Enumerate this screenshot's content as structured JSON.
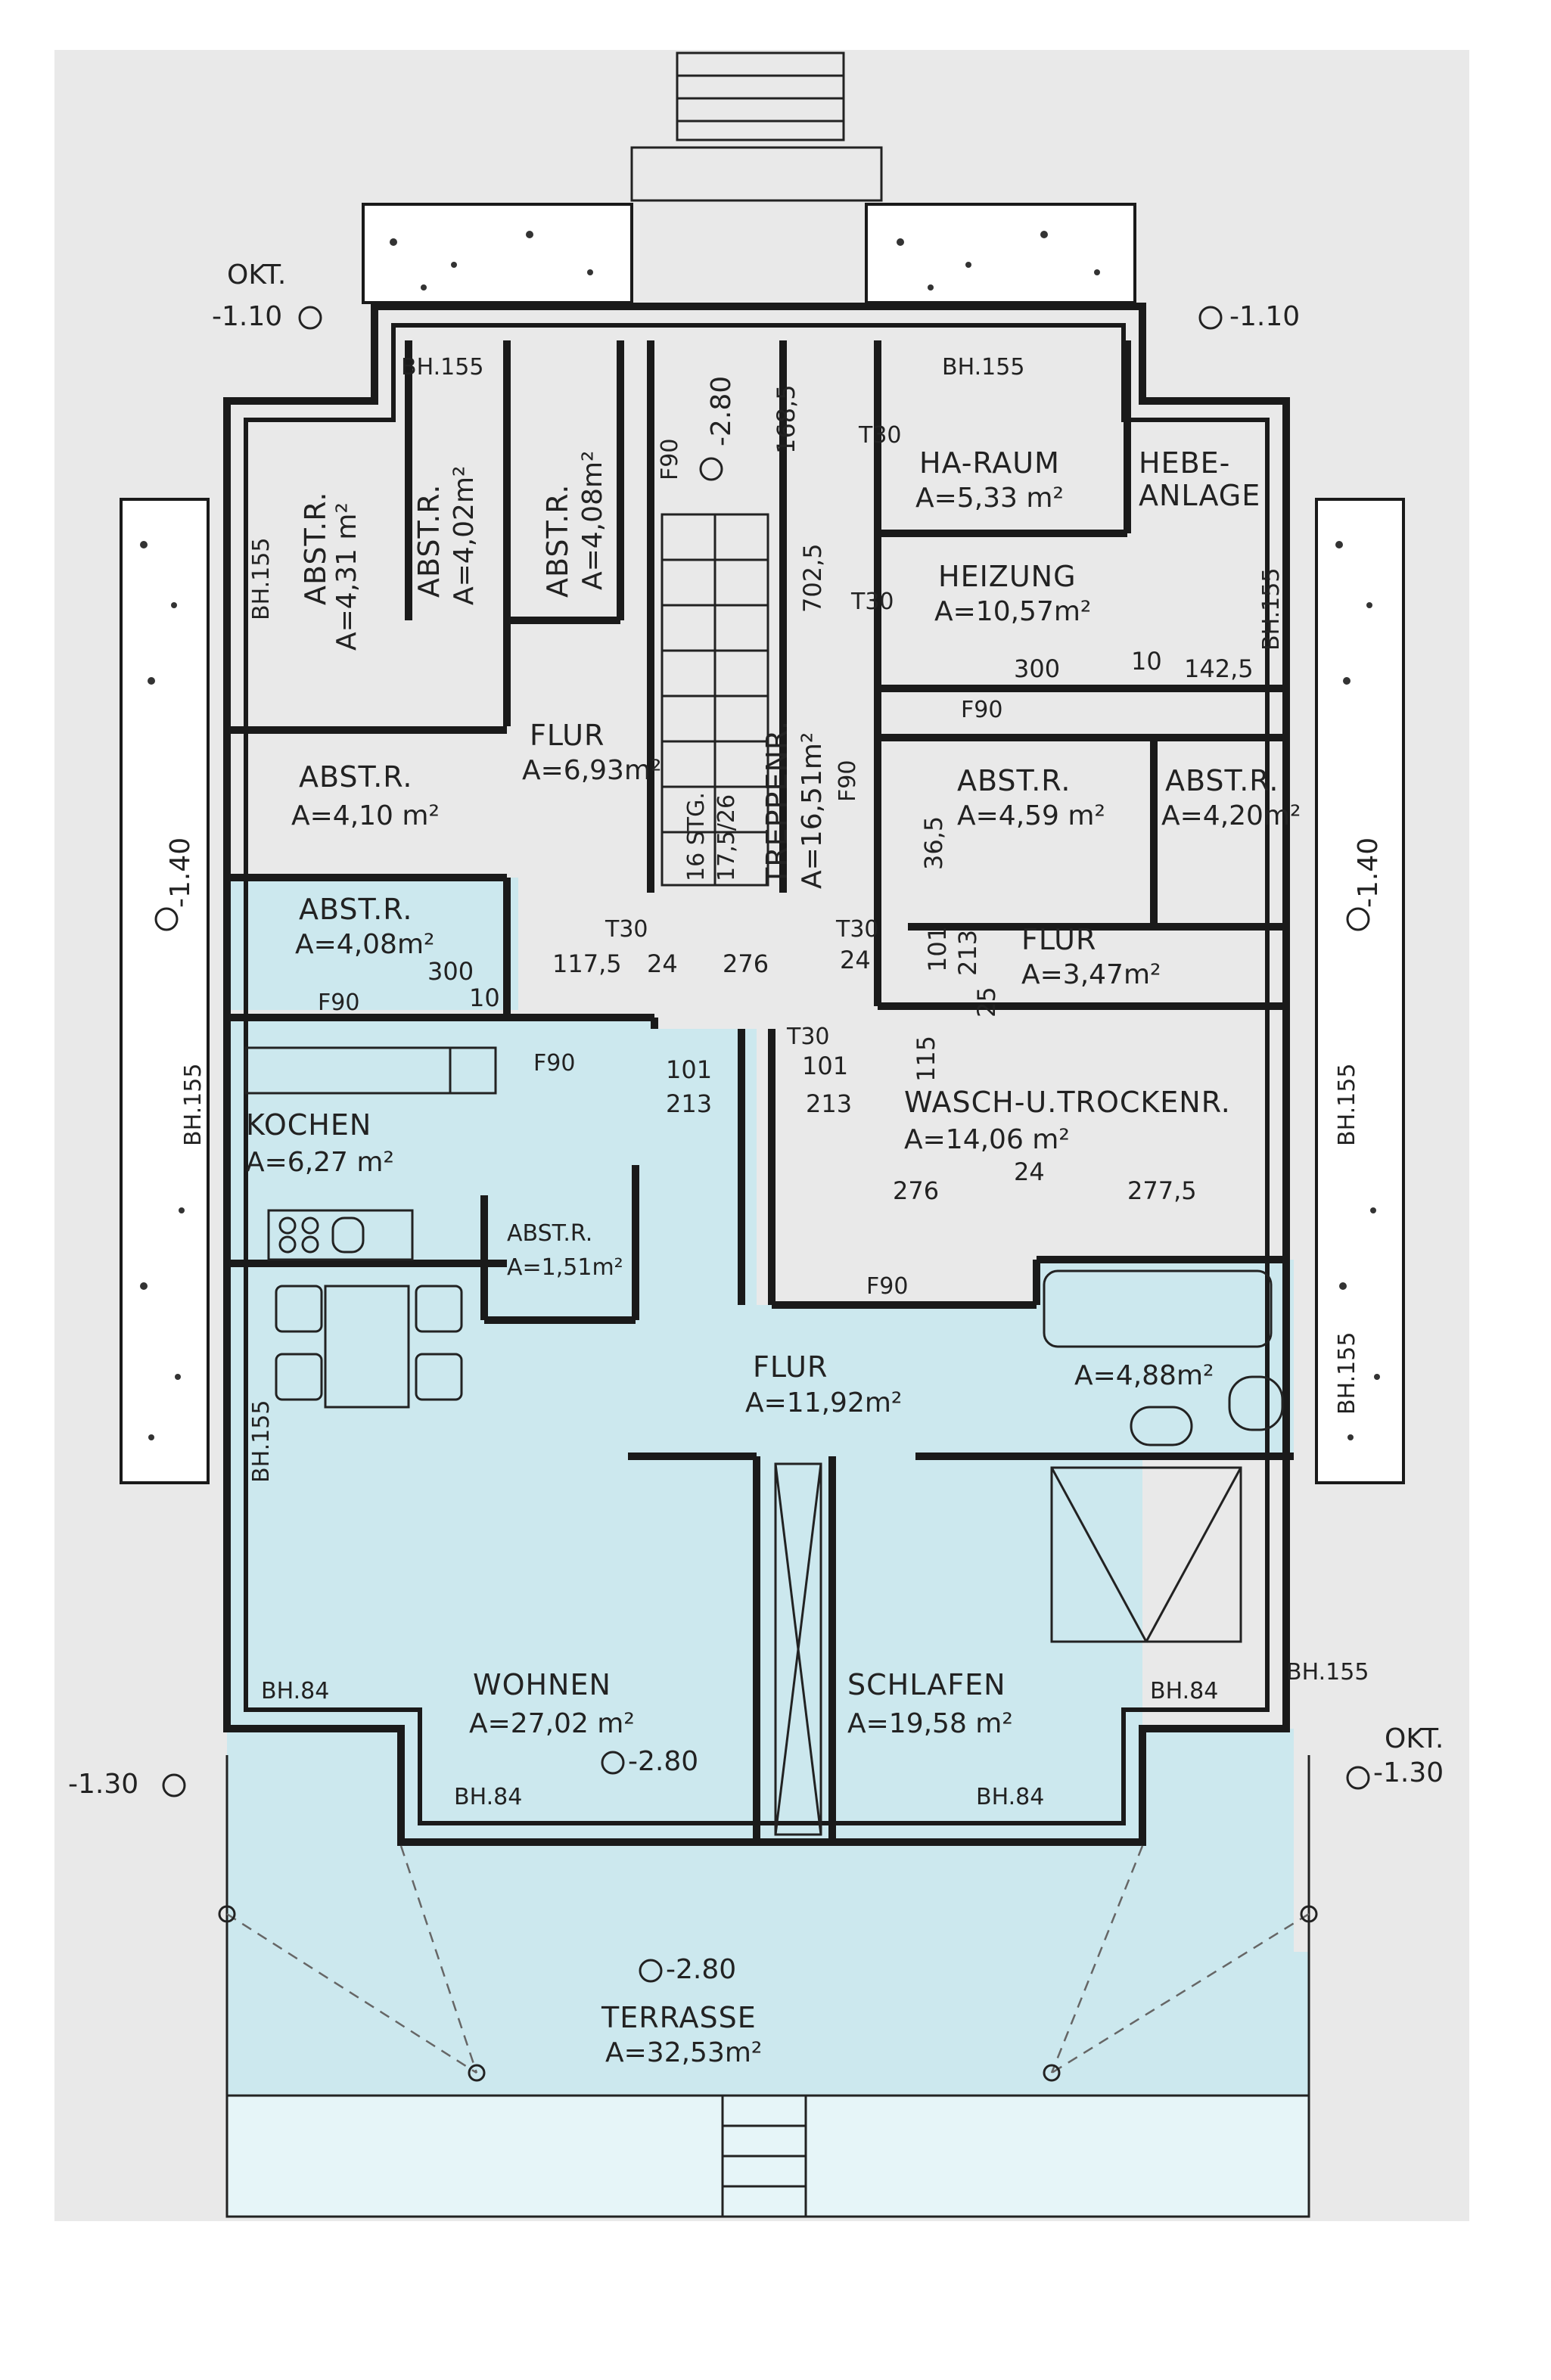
{
  "plan": {
    "rooms": [
      {
        "id": "abst1",
        "name": "ABST.R.",
        "area": "A=4,31 m²"
      },
      {
        "id": "abst2",
        "name": "ABST.R.",
        "area": "A=4,02m²"
      },
      {
        "id": "abst3",
        "name": "ABST.R.",
        "area": "A=4,08m²"
      },
      {
        "id": "abst4",
        "name": "ABST.R.",
        "area": "A=4,10 m²"
      },
      {
        "id": "abst5",
        "name": "ABST.R.",
        "area": "A=4,08m²"
      },
      {
        "id": "flur1",
        "name": "FLUR",
        "area": "A=6,93m²"
      },
      {
        "id": "treppen",
        "name": "TREPPENR.",
        "area": "A=16,51m²"
      },
      {
        "id": "ha",
        "name": "HA-RAUM",
        "area": "A=5,33 m²"
      },
      {
        "id": "hebe",
        "name": "HEBE-",
        "area": "ANLAGE"
      },
      {
        "id": "heizung",
        "name": "HEIZUNG",
        "area": "A=10,57m²"
      },
      {
        "id": "abst6",
        "name": "ABST.R.",
        "area": "A=4,59 m²"
      },
      {
        "id": "abst7",
        "name": "ABST.R.",
        "area": "A=4,20m²"
      },
      {
        "id": "flur2",
        "name": "FLUR",
        "area": "A=3,47m²"
      },
      {
        "id": "wasch",
        "name": "WASCH-U.TROCKENR.",
        "area": "A=14,06 m²"
      },
      {
        "id": "kochen",
        "name": "KOCHEN",
        "area": "A=6,27 m²"
      },
      {
        "id": "abst8",
        "name": "ABST.R.",
        "area": "A=1,51m²"
      },
      {
        "id": "flur3",
        "name": "FLUR",
        "area": "A=11,92m²"
      },
      {
        "id": "bad",
        "name": "",
        "area": "A=4,88m²"
      },
      {
        "id": "wohnen",
        "name": "WOHNEN",
        "area": "A=27,02 m²"
      },
      {
        "id": "schlafen",
        "name": "SCHLAFEN",
        "area": "A=19,58 m²"
      },
      {
        "id": "terrasse",
        "name": "TERRASSE",
        "area": "A=32,53m²"
      }
    ],
    "levels": {
      "okt_left": "OKT.",
      "lvl_tl": "-1.10",
      "lvl_tr": "-1.10",
      "lvl_ml": "-1.40",
      "lvl_mr": "-1.40",
      "lvl_stair": "-2.80",
      "lvl_bl": "-1.30",
      "okt_right": "OKT.",
      "lvl_br": "-1.30",
      "lvl_wohnen": "-2.80",
      "lvl_terr": "-2.80"
    },
    "marks": {
      "bh155_a": "BH.155",
      "bh155_b": "BH.155",
      "bh155_c": "BH.155",
      "bh155_d": "BH.155",
      "bh155_e": "BH.155",
      "bh155_f": "BH.155",
      "bh155_g": "BH.155",
      "bh155_h": "BH.155",
      "bh155_i": "BH.155",
      "bh84_a": "BH.84",
      "bh84_b": "BH.84",
      "bh84_c": "BH.84",
      "bh84_d": "BH.84",
      "f90_a": "F90",
      "f90_b": "F90",
      "f90_c": "F90",
      "f90_d": "F90",
      "f90_e": "F90",
      "f90_f": "F90",
      "t30_a": "T30",
      "t30_b": "T30",
      "t30_c": "T30",
      "t30_d": "T30",
      "t30_e": "T30",
      "stairs": "16 STG.",
      "stairs2": "17,5/26"
    },
    "dims": {
      "d1685": "168,5",
      "d7025": "702,5",
      "d300a": "300",
      "d10a": "10",
      "d1425": "142,5",
      "d365": "36,5",
      "d101a": "101",
      "d213a": "213",
      "d25": "25",
      "d300b": "300",
      "d10b": "10",
      "d1175": "117,5",
      "d24a": "24",
      "d276a": "276",
      "d24b": "24",
      "d101b": "101",
      "d213b": "213",
      "d101c": "101",
      "d213c": "213",
      "d115": "115",
      "d276b": "276",
      "d24c": "24",
      "d2775": "277,5"
    }
  }
}
